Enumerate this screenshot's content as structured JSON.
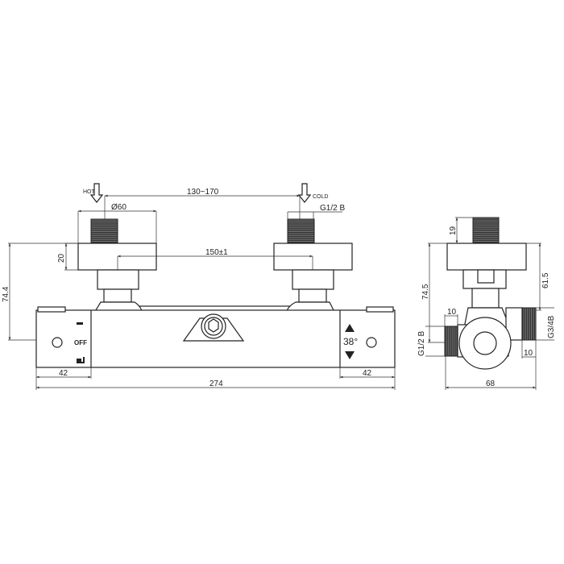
{
  "front_view": {
    "hot_label": "HOT",
    "cold_label": "COLD",
    "inlet_spacing": "130~170",
    "flange_diameter": "Ø60",
    "thread_size": "G1/2 B",
    "flange_height": "20",
    "center_distance": "150±1",
    "height": "74.4",
    "left_cap_width": "42",
    "right_cap_width": "42",
    "total_length": "274",
    "off_label": "OFF",
    "temperature_label": "38°"
  },
  "side_view": {
    "thread_length": "19",
    "height": "74.5",
    "axis_height": "61.5",
    "outlet_left_thread": "G1/2 B",
    "outlet_right_thread": "G3/4B",
    "left_thread_length": "10",
    "right_thread_length": "10",
    "depth": "68"
  }
}
